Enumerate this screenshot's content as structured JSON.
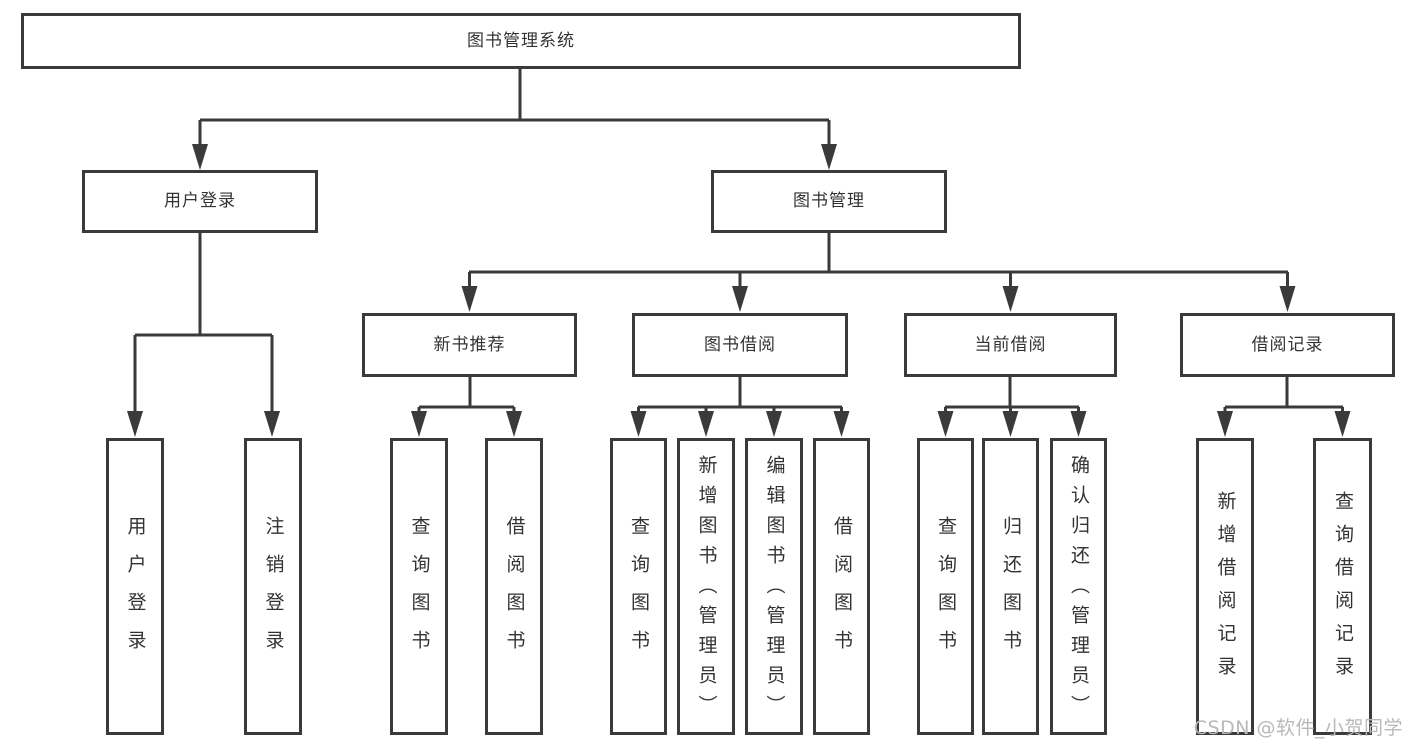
{
  "diagram": {
    "title": "图书管理系统",
    "branches": [
      {
        "label": "用户登录",
        "children": [
          {
            "label": "用户登录"
          },
          {
            "label": "注销登录"
          }
        ]
      },
      {
        "label": "图书管理",
        "children": [
          {
            "label": "新书推荐",
            "children": [
              {
                "label": "查询图书"
              },
              {
                "label": "借阅图书"
              }
            ]
          },
          {
            "label": "图书借阅",
            "children": [
              {
                "label": "查询图书"
              },
              {
                "label": "新增图书（管理员）"
              },
              {
                "label": "编辑图书（管理员）"
              },
              {
                "label": "借阅图书"
              }
            ]
          },
          {
            "label": "当前借阅",
            "children": [
              {
                "label": "查询图书"
              },
              {
                "label": "归还图书"
              },
              {
                "label": "确认归还（管理员）"
              }
            ]
          },
          {
            "label": "借阅记录",
            "children": [
              {
                "label": "新增借阅记录"
              },
              {
                "label": "查询借阅记录"
              }
            ]
          }
        ]
      }
    ]
  },
  "watermark": "CSDN @软件_小贺同学",
  "colors": {
    "line": "#3a3a3a",
    "text": "#333333",
    "watermark": "#b9b9b9",
    "background": "#ffffff"
  }
}
